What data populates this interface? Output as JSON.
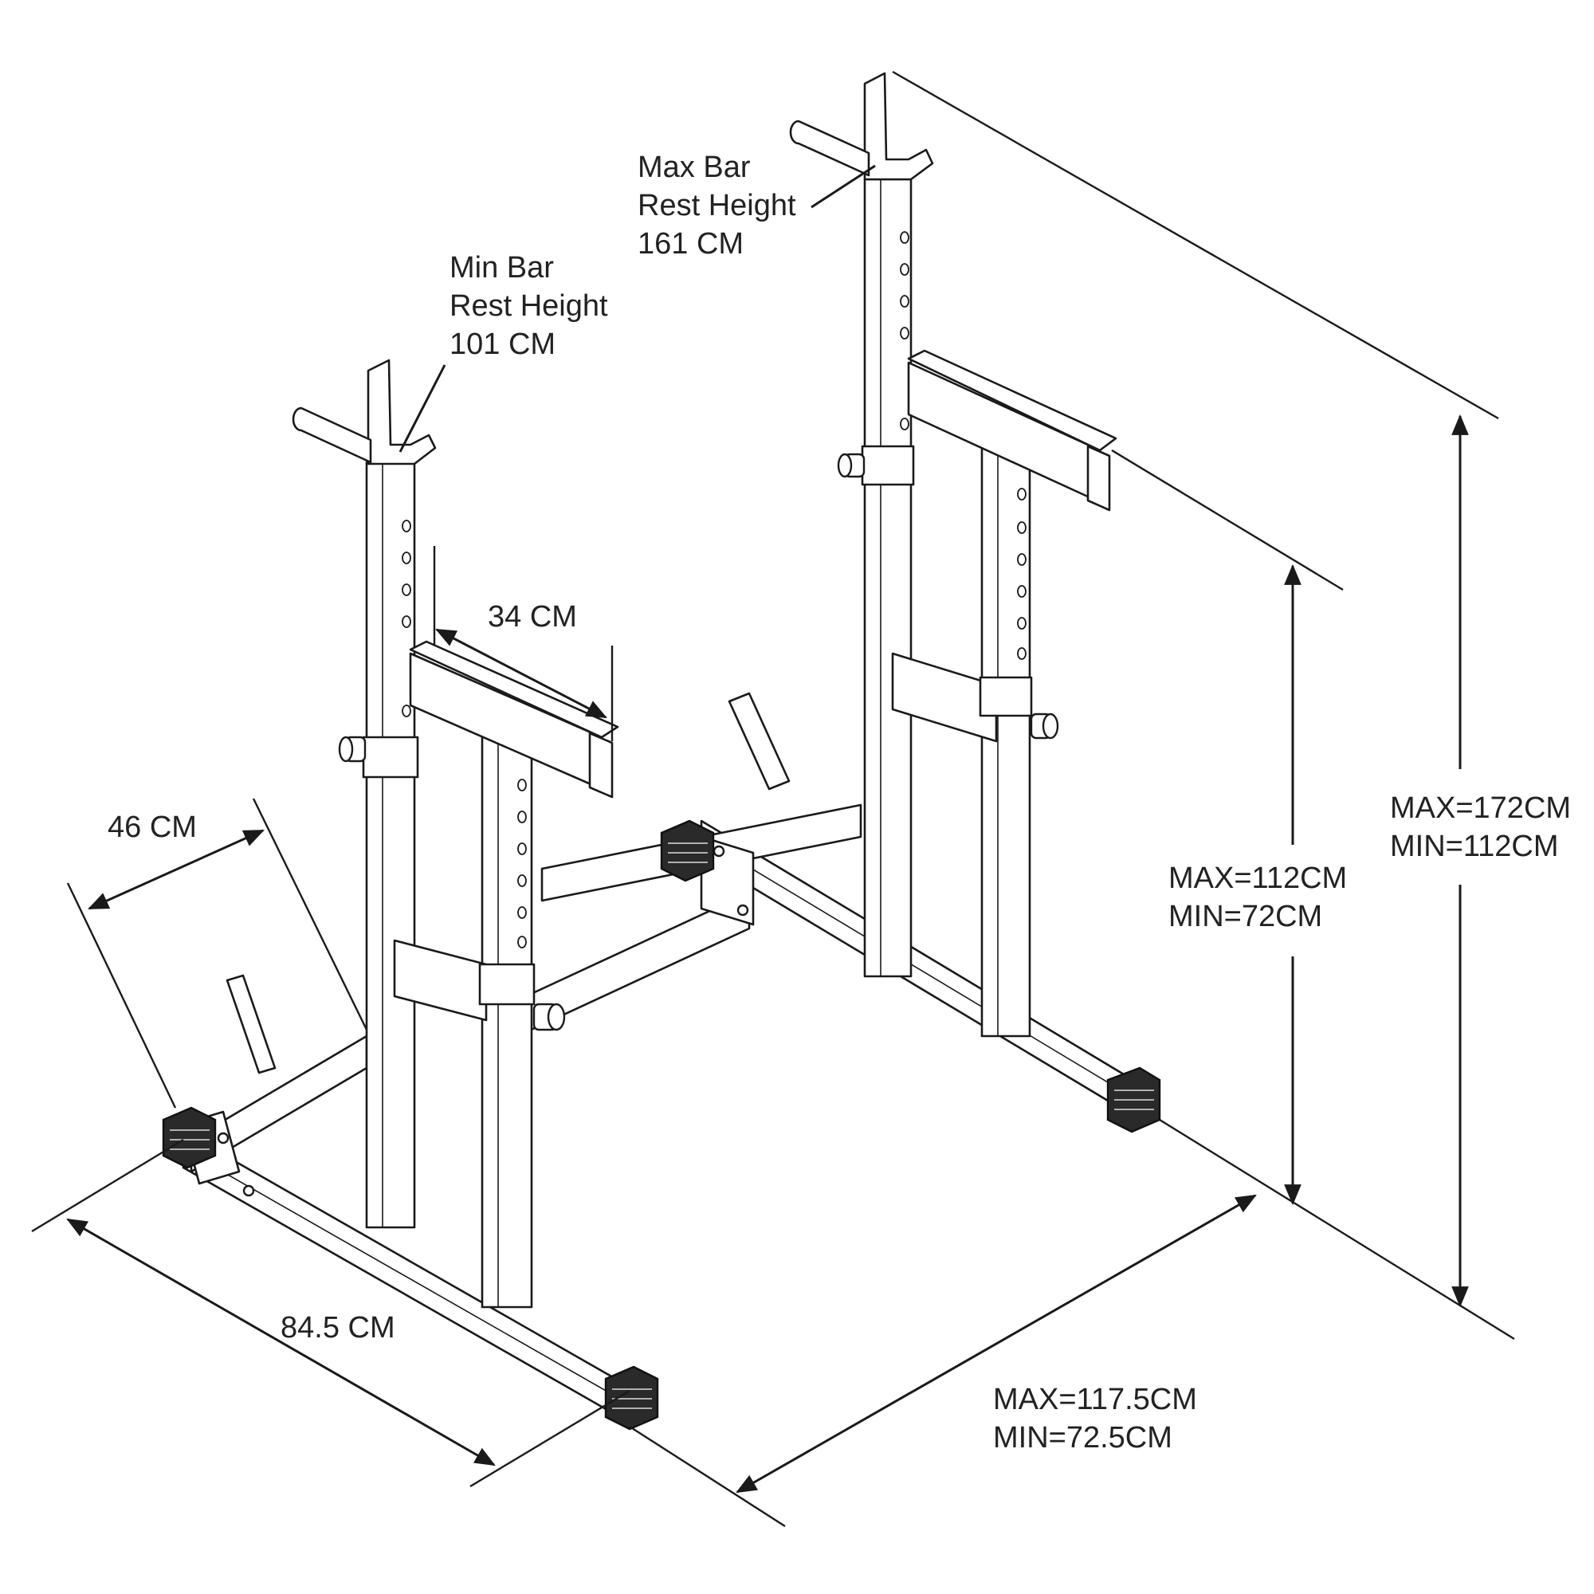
{
  "labels": {
    "max_bar_rest": {
      "line1": "Max Bar",
      "line2": "Rest Height",
      "line3": "161 CM"
    },
    "min_bar_rest": {
      "line1": "Min Bar",
      "line2": "Rest Height",
      "line3": "101 CM"
    },
    "arm_length": "34 CM",
    "foot_depth": "46 CM",
    "base_width": "84.5 CM",
    "spread": {
      "max": "MAX=117.5CM",
      "min": "MIN=72.5CM"
    },
    "cradle_height": {
      "max": "MAX=112CM",
      "min": "MIN=72CM"
    },
    "total_height": {
      "max": "MAX=172CM",
      "min": "MIN=112CM"
    }
  },
  "icons": {
    "arrowhead": "filled-triangle-arrowhead",
    "foot": "rubber-foot-cap",
    "knob": "adjustment-knob"
  },
  "colors": {
    "line": "#1a1a1a",
    "text": "#222222",
    "foot": "#2a2a2a",
    "background": "#ffffff"
  }
}
